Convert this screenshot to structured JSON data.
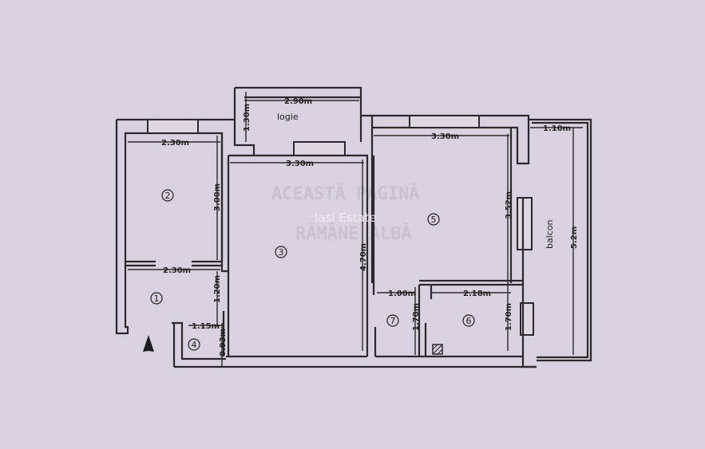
{
  "watermark": "Iasi Estate",
  "stamp": {
    "line1": "ACEASTĂ PAGINĂ",
    "line2": "RĂMÂNE ALBĂ"
  },
  "rooms": {
    "r1": "1",
    "r2": "2",
    "r3": "3",
    "r4": "4",
    "r5": "5",
    "r6": "6",
    "r7": "7",
    "logie": "logie",
    "balcon": "balcon"
  },
  "dimensions": {
    "room2_width": "2.30m",
    "room2_height": "3.00m",
    "room1_width": "2.30m",
    "room1_height": "1.20m",
    "logie_width": "2.90m",
    "logie_height": "1.30m",
    "room3_width": "3.30m",
    "room3_height": "4.70m",
    "room4_width": "1.15m",
    "room4_height": "0.93m",
    "room5_width": "3.30m",
    "room5_height": "3.52m",
    "room7_width": "1.00m",
    "room7_height": "1.70m",
    "room6_width": "2.18m",
    "room6_height": "1.70m",
    "balcon_width": "1.10m",
    "balcon_height": "5.2m"
  },
  "north_arrow_icon": "north-arrow",
  "colors": {
    "paper": "#d8d1df",
    "ink": "#2a2a2e"
  }
}
